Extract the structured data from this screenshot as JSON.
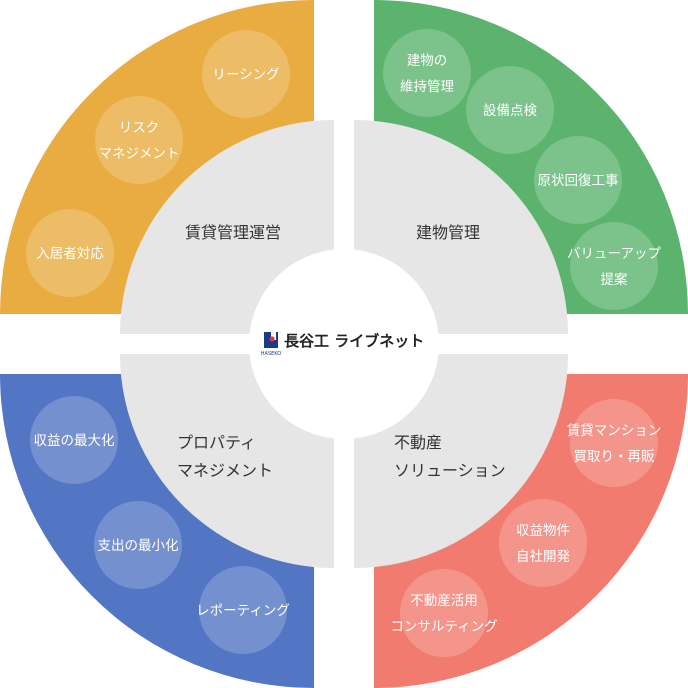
{
  "colors": {
    "orange": "#E9AC40",
    "green": "#5BB36E",
    "blue": "#5275C4",
    "red": "#F27B70",
    "inner_ring": "#E6E6E6",
    "label_text": "#333333",
    "logo_navy": "#1B3A8C",
    "logo_red": "#E0352B"
  },
  "brand": {
    "name": "長谷工 ライブネット",
    "sub": "HASEKO"
  },
  "quadrants": [
    {
      "key": "tl",
      "title_lines": [
        "賃貸管理運営"
      ],
      "items": [
        {
          "lines": [
            "リーシング"
          ]
        },
        {
          "lines": [
            "リスク",
            "マネジメント"
          ]
        },
        {
          "lines": [
            "入居者対応"
          ]
        }
      ]
    },
    {
      "key": "tr",
      "title_lines": [
        "建物管理"
      ],
      "items": [
        {
          "lines": [
            "建物の",
            "維持管理"
          ]
        },
        {
          "lines": [
            "設備点検"
          ]
        },
        {
          "lines": [
            "原状回復工事"
          ]
        },
        {
          "lines": [
            "バリューアップ",
            "提案"
          ]
        }
      ]
    },
    {
      "key": "bl",
      "title_lines": [
        "プロパティ",
        "マネジメント"
      ],
      "items": [
        {
          "lines": [
            "収益の最大化"
          ]
        },
        {
          "lines": [
            "支出の最小化"
          ]
        },
        {
          "lines": [
            "レポーティング"
          ]
        }
      ]
    },
    {
      "key": "br",
      "title_lines": [
        "不動産",
        "ソリューション"
      ],
      "items": [
        {
          "lines": [
            "賃貸マンション",
            "買取り・再販"
          ]
        },
        {
          "lines": [
            "収益物件",
            "自社開発"
          ]
        },
        {
          "lines": [
            "不動産活用",
            "コンサルティング"
          ]
        }
      ]
    }
  ]
}
